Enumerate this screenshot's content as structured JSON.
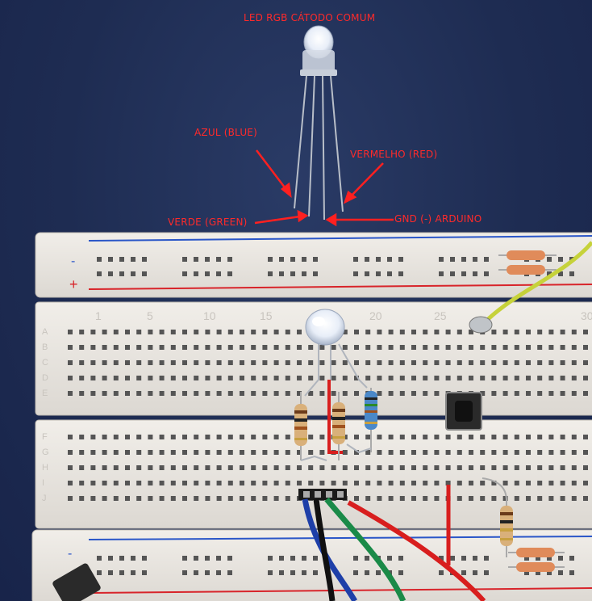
{
  "labels": {
    "title": "LED RGB CÁTODO COMUM",
    "blue": "AZUL (BLUE)",
    "red": "VERMELHO (RED)",
    "green": "VERDE (GREEN)",
    "gnd": "GND (-)  ARDUINO"
  },
  "breadboard": {
    "rail_minus": "-",
    "rail_plus": "+",
    "column_numbers": [
      "1",
      "5",
      "10",
      "15",
      "20",
      "25",
      "30"
    ],
    "row_letters_top": [
      "A",
      "B",
      "C",
      "D",
      "E"
    ],
    "row_letters_bottom": [
      "F",
      "G",
      "H",
      "I",
      "J"
    ]
  },
  "colors": {
    "label_red": "#ff2a2a",
    "background": "#1e2c52",
    "board": "#ece9e4",
    "rail_blue": "#2a56c8",
    "rail_red": "#d8242a",
    "wire_red": "#d81e1e",
    "wire_green": "#1a8a48",
    "wire_blue": "#1e3fa8",
    "wire_black": "#111111",
    "wire_yellow": "#c6d23a"
  }
}
